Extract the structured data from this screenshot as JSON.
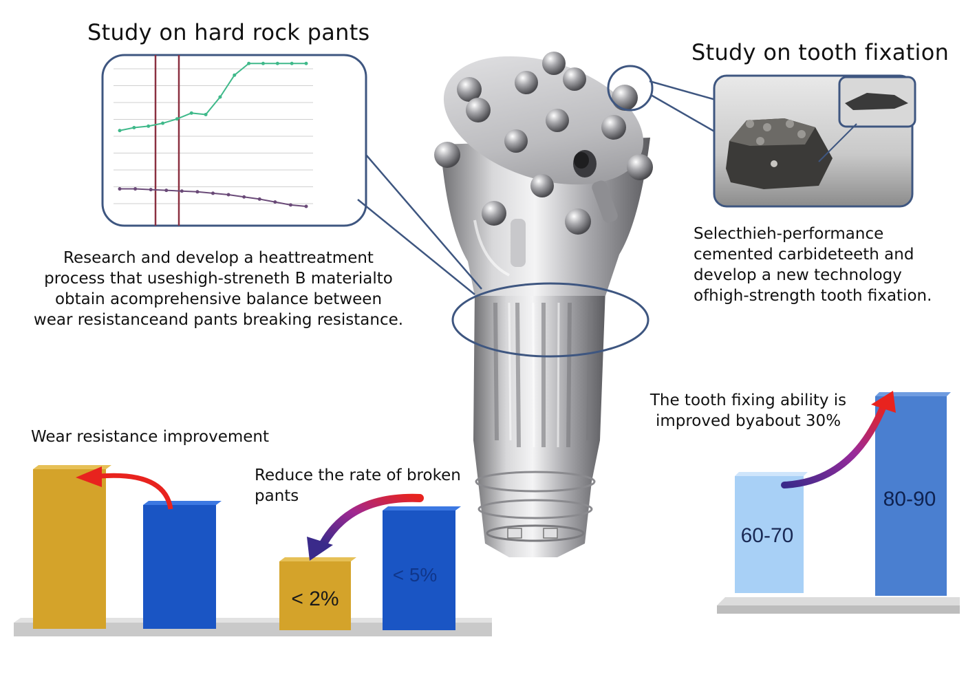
{
  "hard_rock": {
    "title": "Study on hard rock pants",
    "description": [
      "Research and develop a heattreatment",
      "process that useshigh-streneth B materialto",
      "obtain acomprehensive balance between",
      "wear resistanceand pants breaking resistance."
    ]
  },
  "tooth_fixation": {
    "title": "Study on tooth fixation",
    "description": [
      "Selecthieh-performance",
      "cemented carbideteeth and",
      "develop a new technology",
      "ofhigh-strength tooth fixation."
    ]
  },
  "wear": {
    "label": "Wear resistance improvement"
  },
  "broken": {
    "label": [
      "Reduce the rate of broken",
      "pants"
    ],
    "bar_new": "< 2%",
    "bar_old": "< 5%"
  },
  "fixing": {
    "label": [
      "The tooth fixing ability is",
      "improved byabout 30%"
    ],
    "bar_old": "60-70",
    "bar_new": "80-90"
  },
  "colors": {
    "gold": "#d4a32a",
    "blue": "#1a55c4",
    "light_blue": "#a8d0f6",
    "mid_blue": "#4a7fd0",
    "callout": "#3e5680",
    "chart_green": "#3fb98a",
    "chart_purple": "#6a4a78",
    "marker_red": "#8a3040"
  },
  "chart_data": {
    "type": "line",
    "series": [
      {
        "values": [
          0.52,
          0.54,
          0.55,
          0.57,
          0.6,
          0.64,
          0.63,
          0.75,
          0.9,
          0.98,
          0.98,
          0.98,
          0.98,
          0.98
        ]
      },
      {
        "values": [
          0.12,
          0.12,
          0.115,
          0.11,
          0.105,
          0.1,
          0.09,
          0.08,
          0.065,
          0.05,
          0.03,
          0.01,
          0.0
        ]
      }
    ]
  }
}
